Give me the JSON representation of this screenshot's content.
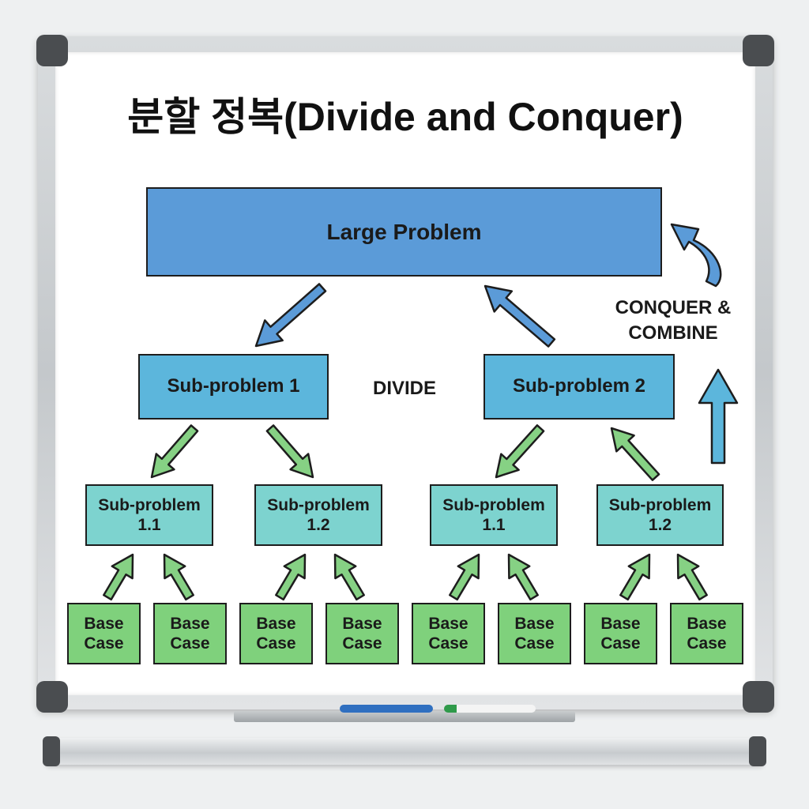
{
  "title": "분할 정복(Divide and Conquer)",
  "colors": {
    "large_problem": "#5b9bd8",
    "sub_problem": "#5cb6dc",
    "sub_sub_problem": "#7dd3cf",
    "base_case": "#7fd17c",
    "blue_arrow": "#5b9bd8",
    "green_arrow": "#86d184"
  },
  "nodes": {
    "large_problem": "Large Problem",
    "sub_problem_1": "Sub-problem 1",
    "sub_problem_2": "Sub-problem 2",
    "sub_sub": [
      {
        "line1": "Sub-problem",
        "line2": "1.1"
      },
      {
        "line1": "Sub-problem",
        "line2": "1.2"
      },
      {
        "line1": "Sub-problem",
        "line2": "1.1"
      },
      {
        "line1": "Sub-problem",
        "line2": "1.2"
      }
    ],
    "base_cases": [
      {
        "line1": "Base",
        "line2": "Case"
      },
      {
        "line1": "Base",
        "line2": "Case"
      },
      {
        "line1": "Base",
        "line2": "Case"
      },
      {
        "line1": "Base",
        "line2": "Case"
      },
      {
        "line1": "Base",
        "line2": "Case"
      },
      {
        "line1": "Base",
        "line2": "Case"
      },
      {
        "line1": "Base",
        "line2": "Case"
      },
      {
        "line1": "Base",
        "line2": "Case"
      }
    ]
  },
  "labels": {
    "divide": "DIVIDE",
    "conquer_line1": "CONQUER &",
    "conquer_line2": "COMBINE"
  },
  "markers": [
    {
      "color": "#2f6fc0"
    },
    {
      "color": "#2f9a4a"
    }
  ]
}
